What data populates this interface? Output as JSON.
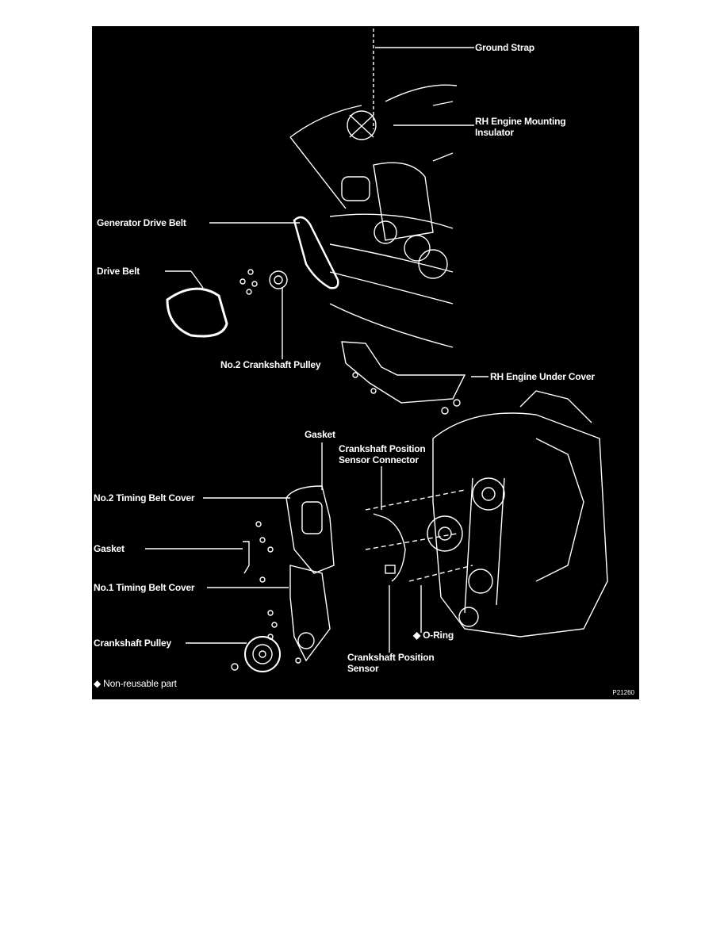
{
  "diagram": {
    "labels": {
      "ground_strap": "Ground Strap",
      "rh_mount_1": "RH Engine Mounting",
      "rh_mount_2": "Insulator",
      "generator_belt": "Generator Drive Belt",
      "drive_belt": "Drive Belt",
      "no2_crank_pulley": "No.2 Crankshaft Pulley",
      "rh_under_cover": "RH Engine Under Cover",
      "gasket_top": "Gasket",
      "ckp_connector_1": "Crankshaft Position",
      "ckp_connector_2": "Sensor Connector",
      "no2_timing_cover": "No.2 Timing Belt Cover",
      "gasket_left": "Gasket",
      "no1_timing_cover": "No.1 Timing Belt Cover",
      "crank_pulley": "Crankshaft Pulley",
      "o_ring": "◆ O-Ring",
      "ckp_sensor_1": "Crankshaft Position",
      "ckp_sensor_2": "Sensor",
      "legend": "◆ Non-reusable part"
    },
    "figure_code": "P21260",
    "colors": {
      "background": "#000000",
      "linework": "#ffffff"
    }
  }
}
